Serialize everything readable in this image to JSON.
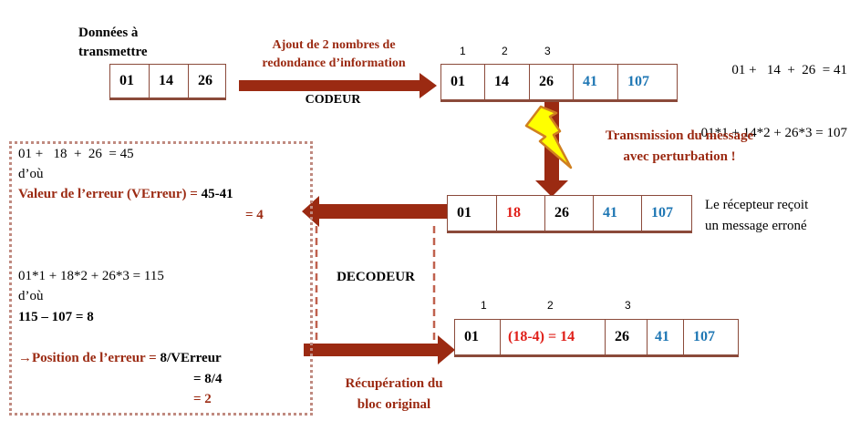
{
  "input_label": [
    "Données à",
    "transmettre"
  ],
  "input_block": [
    "01",
    "14",
    "26"
  ],
  "encoder": {
    "annotation": [
      "Ajout de 2 nombres de",
      "redondance d’information"
    ],
    "label": "CODEUR"
  },
  "positions": [
    "1",
    "2",
    "3"
  ],
  "encoded_block": [
    "01",
    "14",
    "26",
    "41",
    "107"
  ],
  "checksums": [
    "01 +   14  +  26  = 41",
    "01*1 + 14*2 + 26*3 = 107"
  ],
  "transmission": {
    "label": [
      "Transmission du message",
      "avec perturbation !"
    ]
  },
  "received_block": [
    "01",
    "18",
    "26",
    "41",
    "107"
  ],
  "received_note": [
    "Le récepteur reçoit",
    "un message erroné"
  ],
  "decoder": {
    "label": "DECODEUR",
    "sum_line": "01 +   18  +  26  = 45",
    "dou1": "d’où",
    "error_value_label": "Valeur de l’erreur (VErreur) = ",
    "error_value_expr": "45-41",
    "error_value_result": "= 4",
    "weighted_line": "01*1 + 18*2 + 26*3 = 115",
    "dou2": "d’où",
    "diff_line": "115 – 107 = 8",
    "position_label": "→Position de l’erreur = ",
    "position_expr": "8/VErreur",
    "position_step": "= 8/4",
    "position_result": "= 2"
  },
  "recovered_positions": [
    "1",
    "2",
    "3"
  ],
  "recovered_block": [
    "01",
    "(18-4) = 14",
    "26",
    "41",
    "107"
  ],
  "recovery_label": [
    "Récupération du",
    "bloc original"
  ],
  "colors": {
    "arrow": "#9b2a12",
    "redundancy": "#1f77b4",
    "error": "#e0201a",
    "lightning": "#ffff00"
  }
}
